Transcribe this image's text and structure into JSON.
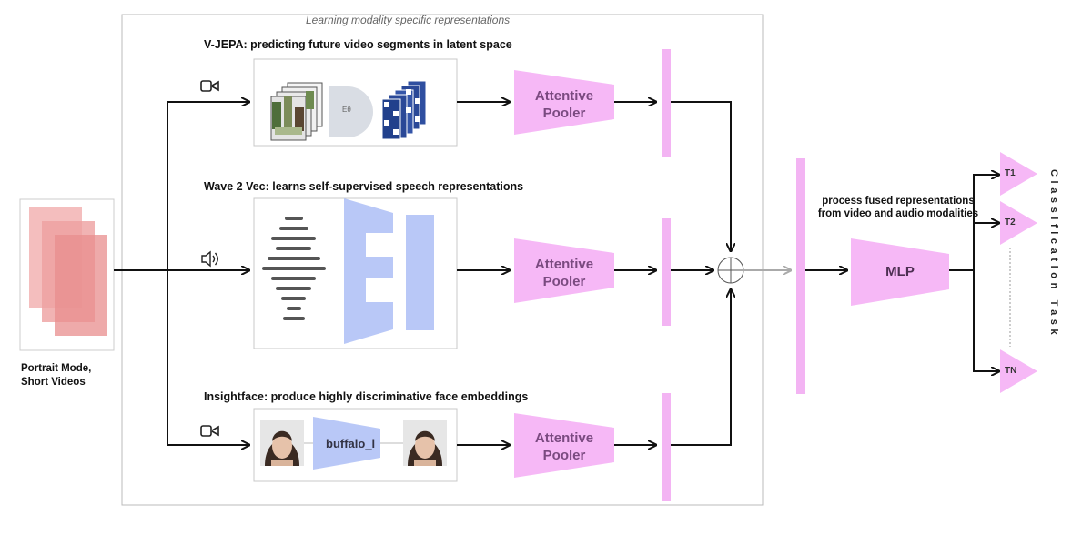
{
  "region_title": "Learning modality specific representations",
  "sections": {
    "vjepa": {
      "title": "V-JEPA: predicting future video segments in latent space",
      "encoder_label": "Eθ"
    },
    "wav2vec": {
      "title": "Wave 2 Vec: learns self-supervised speech representations"
    },
    "insightface": {
      "title": "Insightface:  produce highly discriminative face embeddings",
      "model_label": "buffalo_l"
    }
  },
  "pooler_label_line1": "Attentive",
  "pooler_label_line2": "Pooler",
  "input": {
    "caption_line1": "Portrait Mode,",
    "caption_line2": "Short Videos"
  },
  "fusion_text": "process fused representations from video and audio modalities",
  "mlp_label": "MLP",
  "tasks": [
    "T1",
    "T2",
    "TN"
  ],
  "output_title": "Classification Task",
  "icons": {
    "video": "video-camera-icon",
    "audio": "speaker-icon",
    "fusion": "circle-plus-icon"
  },
  "colors": {
    "pooler": "#f6b8f6",
    "bar": "#f3b4f3",
    "encoder_blue": "#b9c8f7",
    "input_red": "#e78b8b",
    "arrow": "#111111",
    "arrow_gray": "#aaaaaa"
  }
}
